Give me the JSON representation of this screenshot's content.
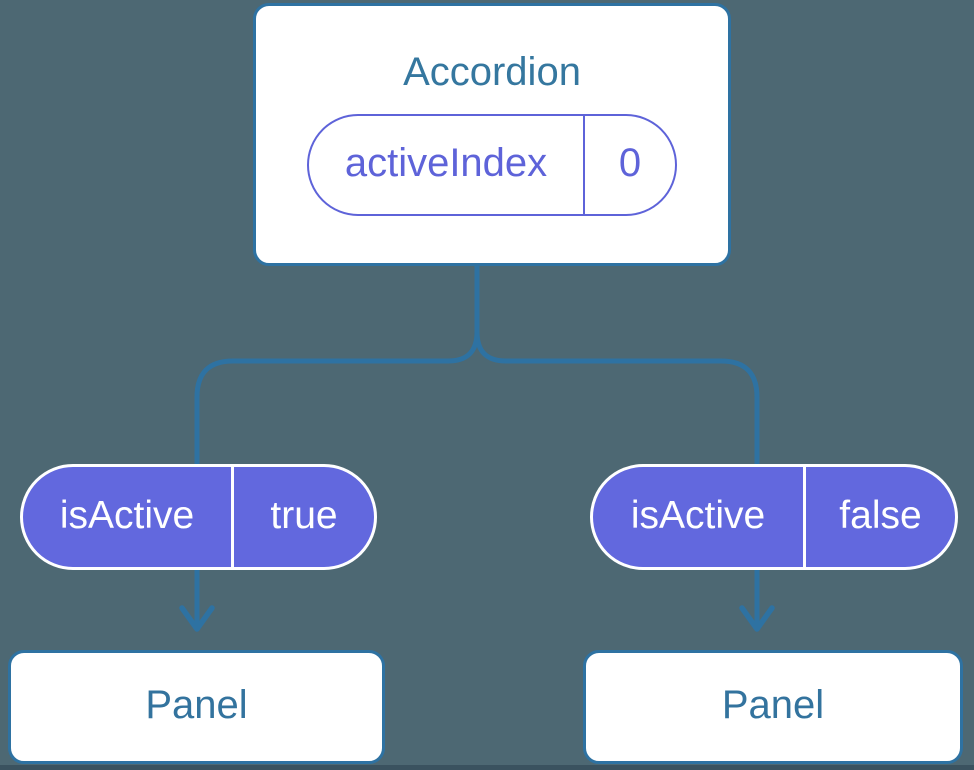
{
  "colors": {
    "background": "#4D6873",
    "connector_blue": "#2E72A2",
    "node_border_blue": "#2E72A2",
    "heading_text_blue": "#35779F",
    "panel_text_blue": "#33739E",
    "state_purple": "#6268DE",
    "state_outline_purple": "#5E63D9",
    "node_background": "#FFFFFF",
    "prop_pill_text": "#FFFFFF"
  },
  "tree": {
    "root": {
      "title": "Accordion",
      "state_pill": {
        "label": "activeIndex",
        "value": "0"
      }
    },
    "props": [
      {
        "label": "isActive",
        "value": "true"
      },
      {
        "label": "isActive",
        "value": "false"
      }
    ],
    "children": [
      {
        "title": "Panel"
      },
      {
        "title": "Panel"
      }
    ]
  },
  "icons": {
    "arrow_down": "arrow-down-icon (chevron arrowhead on connector line)"
  }
}
